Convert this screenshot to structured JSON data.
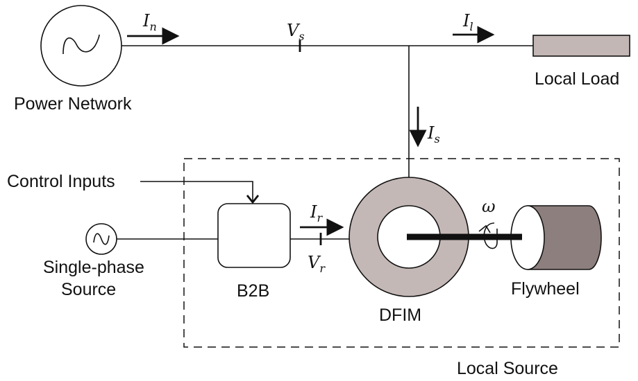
{
  "labels": {
    "power_network": "Power Network",
    "local_load": "Local Load",
    "control_inputs": "Control Inputs",
    "single_phase_1": "Single-phase",
    "single_phase_2": "Source",
    "b2b": "B2B",
    "dfim": "DFIM",
    "flywheel": "Flywheel",
    "local_source": "Local Source"
  },
  "symbols": {
    "i_n": {
      "main": "I",
      "sub": "n"
    },
    "v_s": {
      "main": "V",
      "sub": "s"
    },
    "i_l": {
      "main": "I",
      "sub": "l"
    },
    "i_s": {
      "main": "I",
      "sub": "s"
    },
    "i_r": {
      "main": "I",
      "sub": "r"
    },
    "v_r": {
      "main": "V",
      "sub": "r"
    },
    "omega": "ω"
  },
  "colors": {
    "load_fill": "#c2b7b5",
    "dfim_ring": "#c4b8b6",
    "flywheel_body": "#8c7f7d",
    "stroke": "#111111"
  }
}
